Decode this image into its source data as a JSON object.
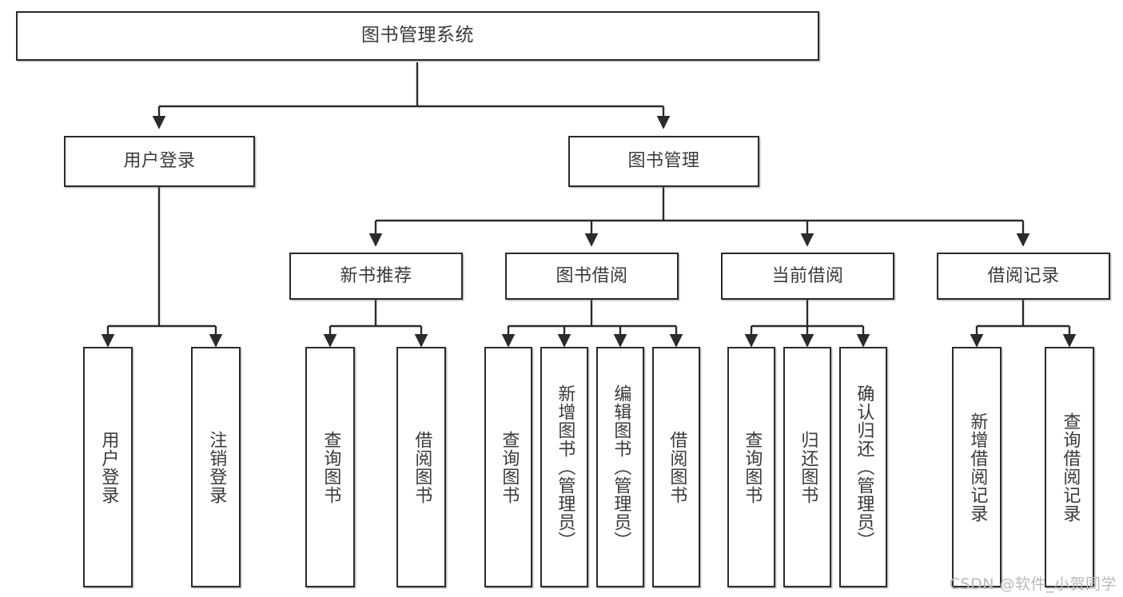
{
  "diagram": {
    "type": "tree-hierarchy-chart",
    "title": "图书管理系统",
    "watermark": "CSDN @软件_小贺同学",
    "colors": {
      "box_border": "#2b2b2b",
      "box_fill": "#ffffff",
      "text": "#3a3a3a",
      "connector": "#2b2b2b",
      "watermark": "#b9b9b9"
    },
    "root": {
      "label": "图书管理系统"
    },
    "level2": [
      {
        "label": "用户登录"
      },
      {
        "label": "图书管理"
      }
    ],
    "level3": [
      {
        "label": "新书推荐"
      },
      {
        "label": "图书借阅"
      },
      {
        "label": "当前借阅"
      },
      {
        "label": "借阅记录"
      }
    ],
    "leaves": {
      "user_login": [
        {
          "label": "用户登录"
        },
        {
          "label": "注销登录"
        }
      ],
      "new_book_recommend": [
        {
          "label": "查询图书"
        },
        {
          "label": "借阅图书"
        }
      ],
      "book_borrow": [
        {
          "label": "查询图书"
        },
        {
          "label": "新增图书（管理员）"
        },
        {
          "label": "编辑图书（管理员）"
        },
        {
          "label": "借阅图书"
        }
      ],
      "current_borrow": [
        {
          "label": "查询图书"
        },
        {
          "label": "归还图书"
        },
        {
          "label": "确认归还（管理员）"
        }
      ],
      "borrow_record": [
        {
          "label": "新增借阅记录"
        },
        {
          "label": "查询借阅记录"
        }
      ]
    }
  }
}
